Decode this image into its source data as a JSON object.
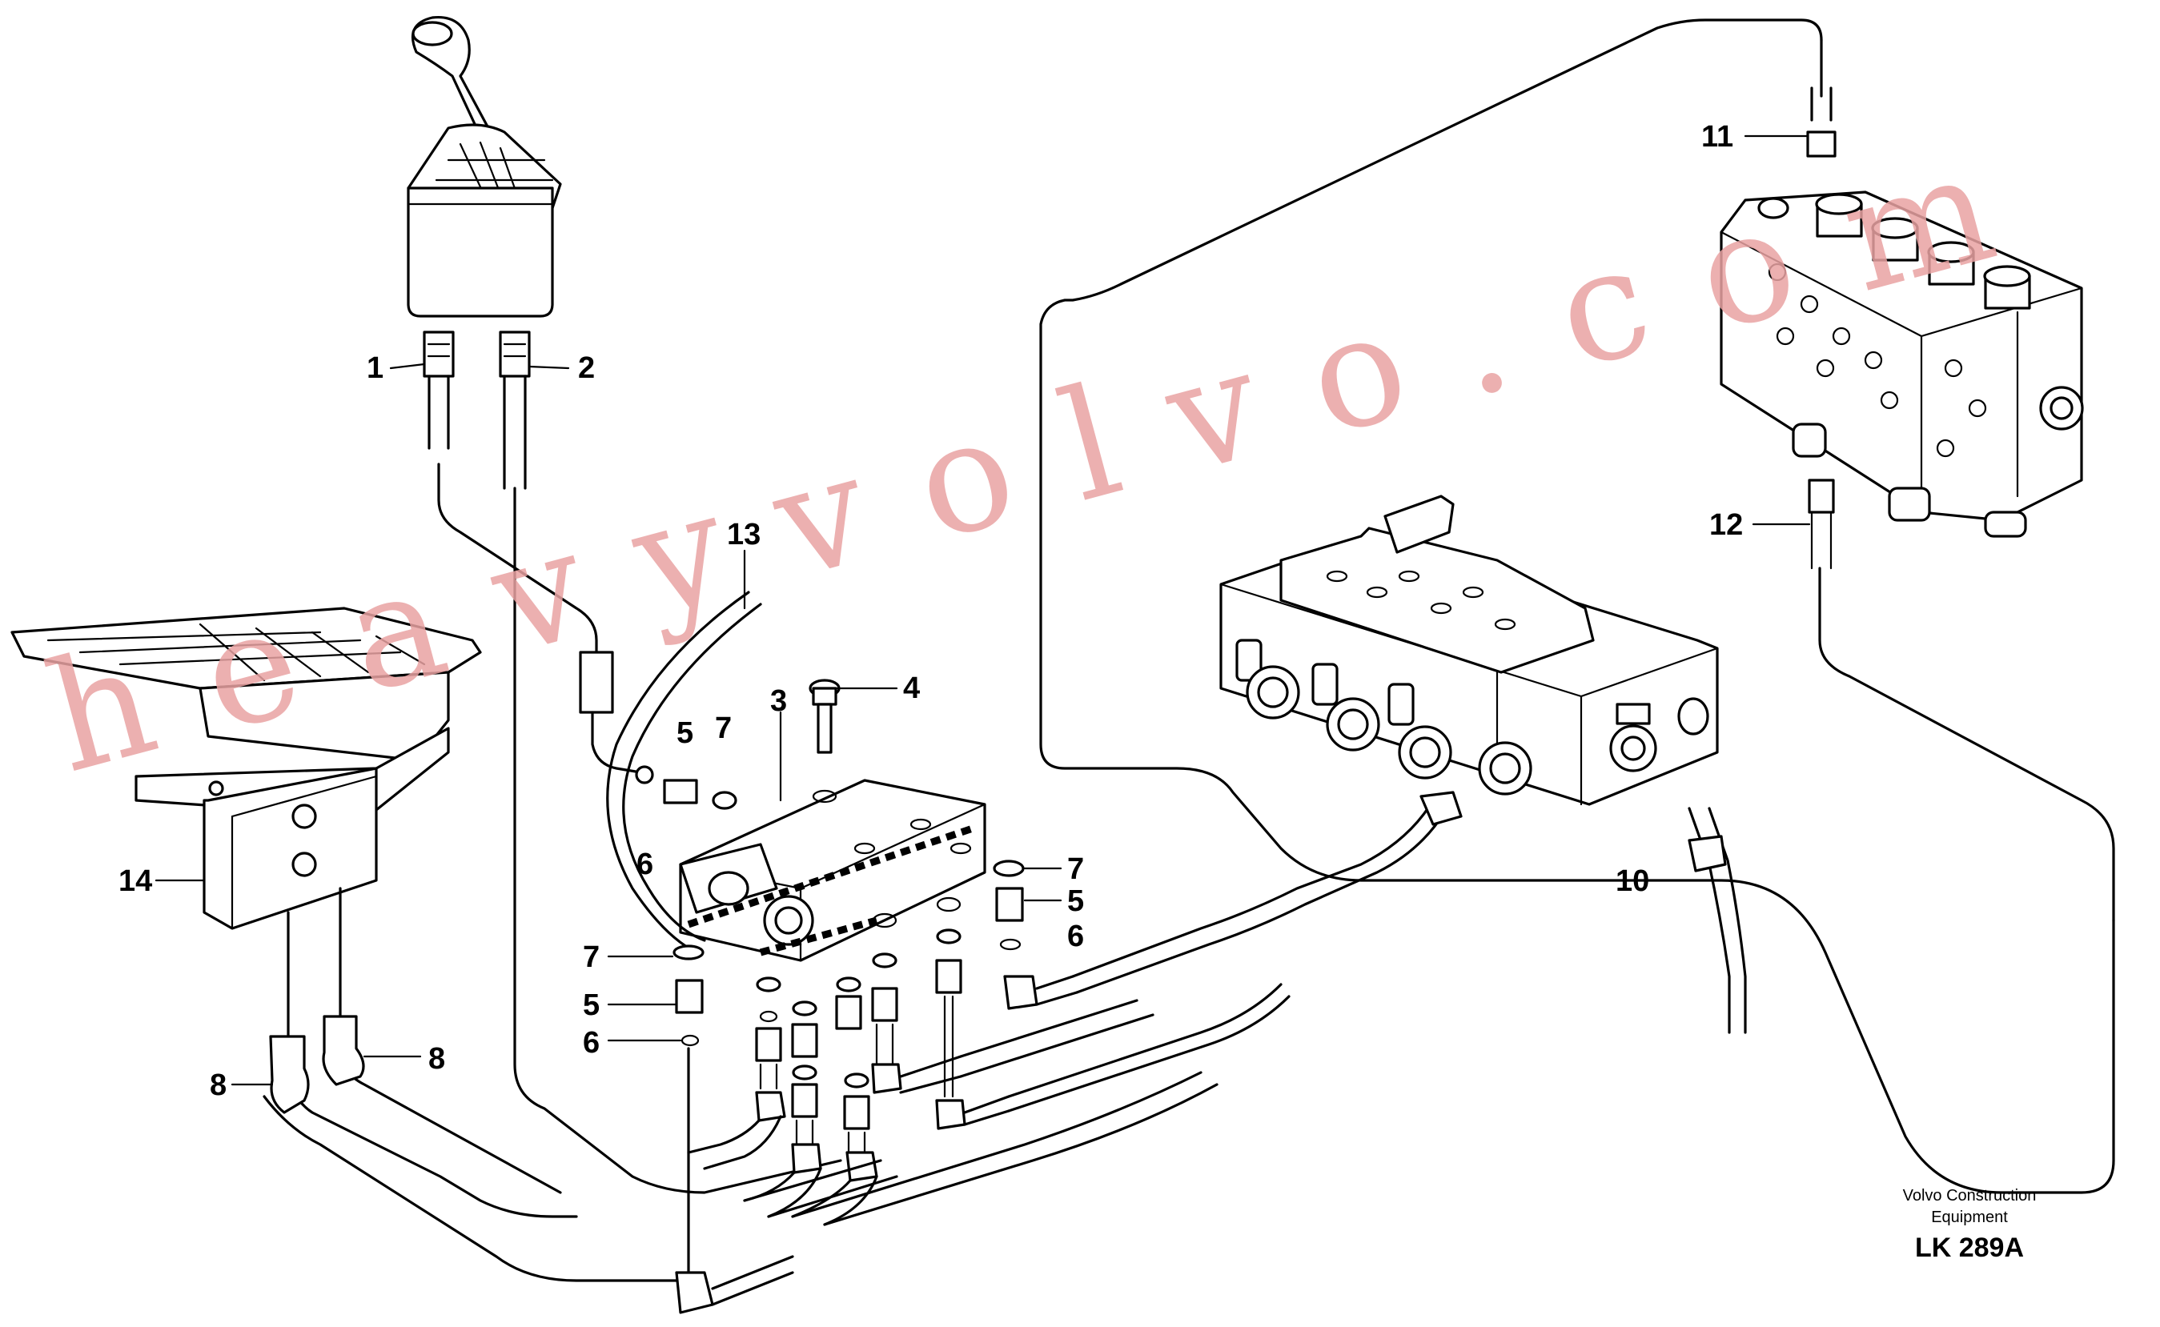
{
  "diagram": {
    "callouts": [
      {
        "id": "1",
        "label": "1"
      },
      {
        "id": "2",
        "label": "2"
      },
      {
        "id": "3",
        "label": "3"
      },
      {
        "id": "4",
        "label": "4"
      },
      {
        "id": "5a",
        "label": "5"
      },
      {
        "id": "5b",
        "label": "5"
      },
      {
        "id": "5c",
        "label": "5"
      },
      {
        "id": "6a",
        "label": "6"
      },
      {
        "id": "6b",
        "label": "6"
      },
      {
        "id": "6c",
        "label": "6"
      },
      {
        "id": "7a",
        "label": "7"
      },
      {
        "id": "7b",
        "label": "7"
      },
      {
        "id": "7c",
        "label": "7"
      },
      {
        "id": "8a",
        "label": "8"
      },
      {
        "id": "8b",
        "label": "8"
      },
      {
        "id": "10",
        "label": "10"
      },
      {
        "id": "11",
        "label": "11"
      },
      {
        "id": "12",
        "label": "12"
      },
      {
        "id": "13",
        "label": "13"
      },
      {
        "id": "14",
        "label": "14"
      }
    ],
    "footer": {
      "brand_line1": "Volvo Construction",
      "brand_line2": "Equipment",
      "code": "LK 289A"
    },
    "watermark": "heavyvolvo.com"
  }
}
